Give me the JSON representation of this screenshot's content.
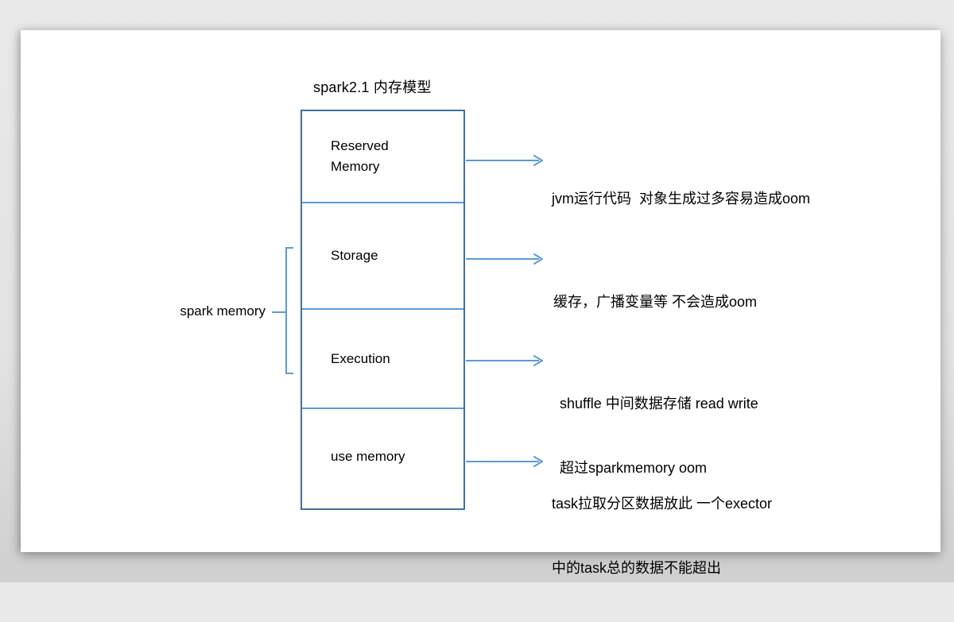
{
  "title": "spark2.1 内存模型",
  "diagram": {
    "group_label": "spark memory",
    "blocks": [
      {
        "label": "Reserved Memory",
        "desc_line1": "jvm运行代码  对象生成过多容易造成oom",
        "desc_line2": ""
      },
      {
        "label": "Storage",
        "desc_line1": "缓存，广播变量等 不会造成oom",
        "desc_line2": ""
      },
      {
        "label": "Execution",
        "desc_line1": "shuffle 中间数据存储 read write",
        "desc_line2": "超过sparkmemory oom"
      },
      {
        "label": "use memory",
        "desc_line1": "task拉取分区数据放此 一个exector",
        "desc_line2": "中的task总的数据不能超出"
      }
    ]
  },
  "colors": {
    "box_border": "#41719C",
    "divider": "#5B9BD5",
    "arrow": "#5B9BD5",
    "bracket": "#5B9BD5",
    "slide_background": "#ffffff",
    "canvas_background": "#e3e3e3",
    "text": "#000000"
  }
}
